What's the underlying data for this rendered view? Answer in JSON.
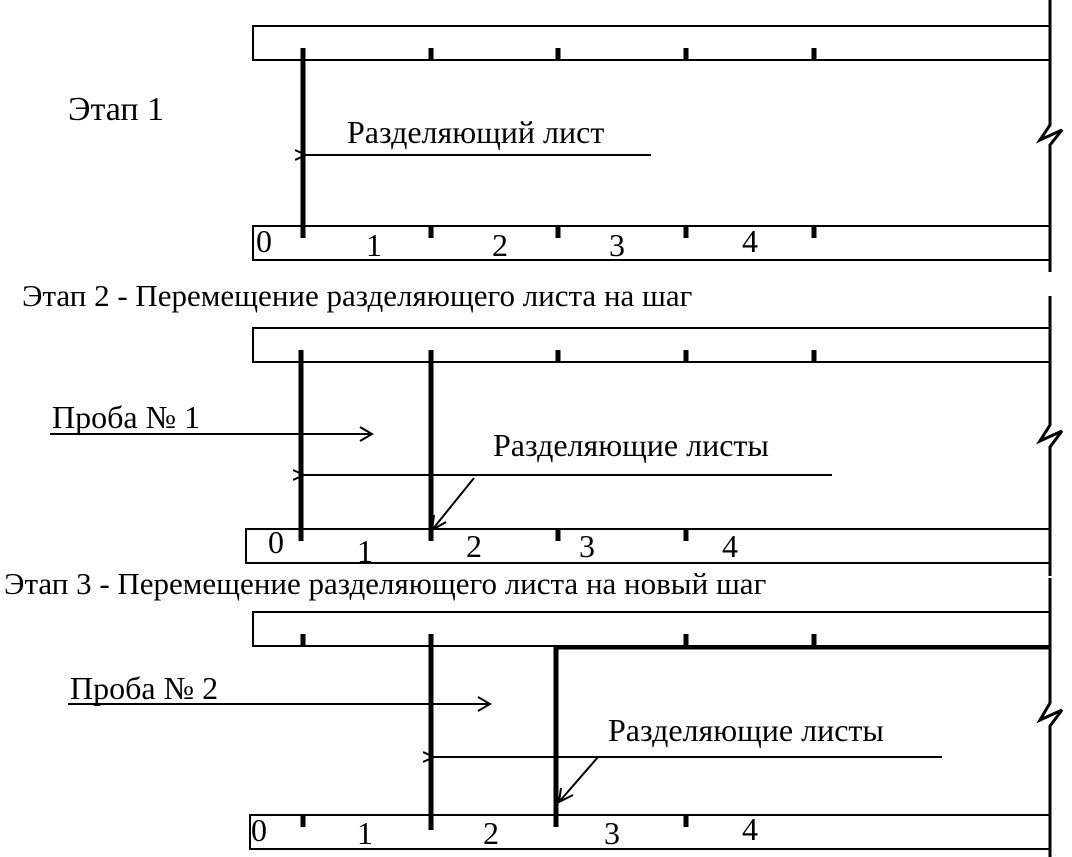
{
  "stage1": {
    "title": "Этап 1",
    "sheet_label": "Разделяющий лист",
    "bottom_numbers": [
      "0",
      "1",
      "2",
      "3",
      "4"
    ]
  },
  "stage2": {
    "title": "Этап 2 - Перемещение разделяющего листа на шаг",
    "sample_label": "Проба № 1",
    "sheets_label": "Разделяющие листы",
    "bottom_numbers": [
      "0",
      "1",
      "2",
      "3",
      "4"
    ]
  },
  "stage3": {
    "title": "Этап 3 - Перемещение разделяющего листа на новый шаг",
    "sample_label": "Проба № 2",
    "sheets_label": "Разделяющие листы",
    "bottom_numbers": [
      "0",
      "1",
      "2",
      "3",
      "4"
    ]
  }
}
